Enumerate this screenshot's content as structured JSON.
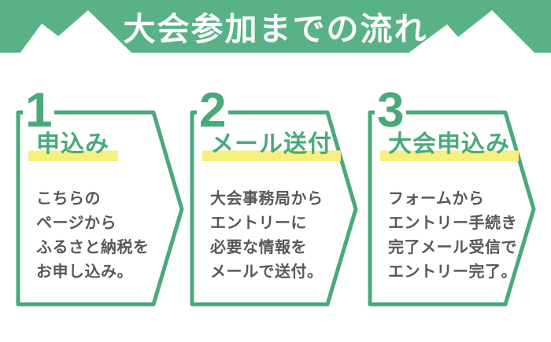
{
  "banner": {
    "title": "大会参加までの流れ"
  },
  "steps": [
    {
      "number": "1",
      "heading": "申込み",
      "lines": [
        "こちらの",
        "ページから",
        "ふるさと納税を",
        "お申し込み。"
      ]
    },
    {
      "number": "2",
      "heading": "メール送付",
      "lines": [
        "大会事務局から",
        "エントリーに",
        "必要な情報を",
        "メールで送付。"
      ]
    },
    {
      "number": "3",
      "heading": "大会申込み",
      "lines": [
        "フォームから",
        "エントリー手続き",
        "完了メール受信で",
        "エントリー完了。"
      ]
    }
  ],
  "colors": {
    "banner_green": "#58B286",
    "accent_green": "#49A97B",
    "highlight_yellow": "#F7EF7E",
    "body_gray": "#58585A",
    "mountain_white": "#FFFFFF"
  }
}
